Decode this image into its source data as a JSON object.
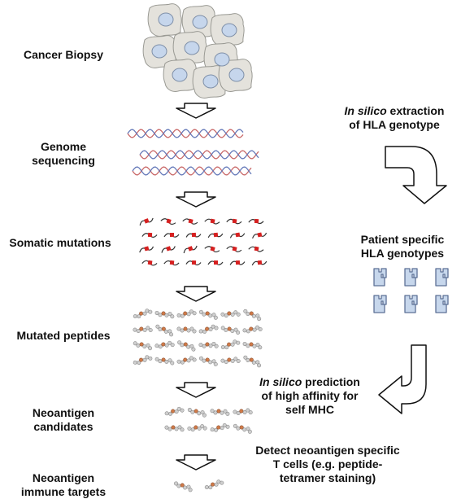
{
  "steps": {
    "cancer_biopsy": "Cancer Biopsy",
    "genome_sequencing": [
      "Genome",
      "sequencing"
    ],
    "somatic_mutations": "Somatic mutations",
    "mutated_peptides": "Mutated peptides",
    "neoantigen_candidates": [
      "Neoantigen",
      "candidates"
    ],
    "neoantigen_immune_targets": [
      "Neoantigen",
      "immune targets"
    ]
  },
  "side": {
    "extraction": {
      "italic": "In silico",
      "rest": " extraction",
      "line2": "of HLA genotype"
    },
    "hla_genotypes": [
      "Patient specific",
      "HLA genotypes"
    ],
    "prediction": {
      "italic": "In silico",
      "rest": " prediction",
      "line2": "of high affinity for",
      "line3": "self MHC"
    },
    "detect": [
      "Detect neoantigen specific",
      "T cells (e.g. peptide-",
      "tetramer staining)"
    ]
  },
  "colors": {
    "cell_fill": "#e4e2dc",
    "cell_stroke": "#9a9a94",
    "nucleus_fill": "#c6d6ec",
    "nucleus_stroke": "#7e8fa8",
    "dna_red": "#c86868",
    "dna_blue": "#6478b8",
    "mutation_red": "#d62020",
    "hla_fill": "#c7d7ec",
    "hla_stroke": "#5d7196",
    "peptide_grey": "#c8c8c8",
    "peptide_orange": "#d07a48"
  }
}
